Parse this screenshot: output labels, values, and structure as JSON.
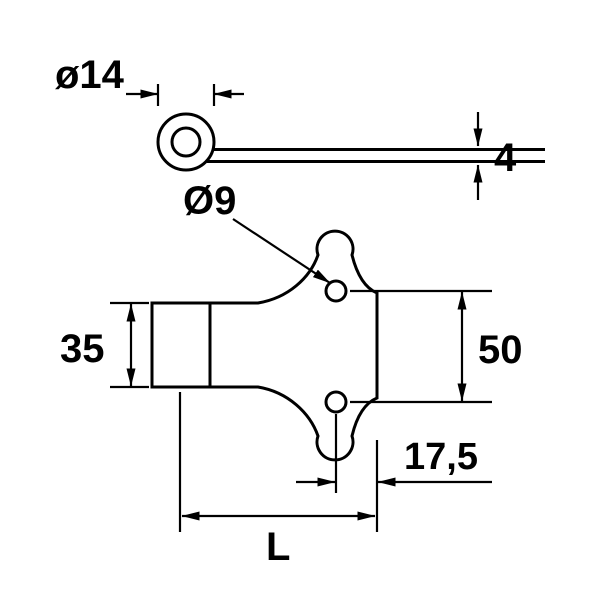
{
  "page": {
    "background": "#ffffff",
    "line_color": "#000000"
  },
  "side_view": {
    "labels": {
      "knuckle_diameter": "ø14",
      "strap_thickness": "4"
    }
  },
  "plan_view": {
    "labels": {
      "hole_diameter": "Ø9",
      "strap_width": "35",
      "hole_spacing": "50",
      "hole_to_edge": "17,5",
      "length": "L"
    }
  }
}
